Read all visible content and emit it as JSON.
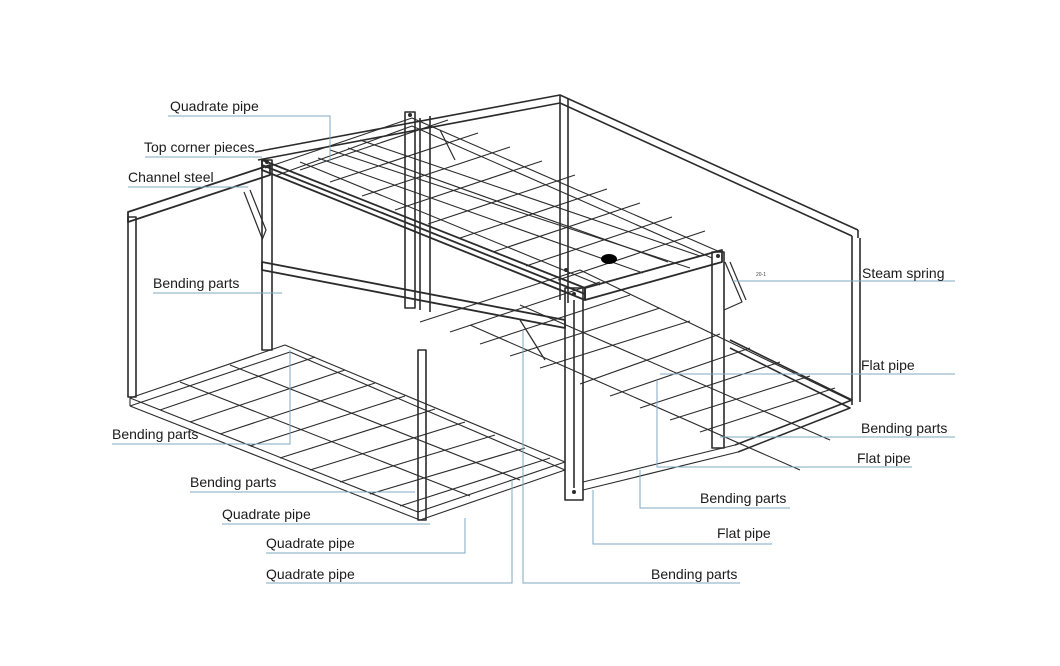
{
  "diagram": {
    "labels": {
      "quadrate_pipe_top": "Quadrate pipe",
      "top_corner_pieces": "Top corner pieces",
      "channel_steel": "Channel steel",
      "bending_parts_upper_left": "Bending parts",
      "steam_spring": "Steam spring",
      "flat_pipe_right_1": "Flat pipe",
      "bending_parts_left": "Bending parts",
      "bending_parts_right": "Bending parts",
      "flat_pipe_right_2": "Flat pipe",
      "bending_parts_lower_left": "Bending parts",
      "bending_parts_bottom_center": "Bending parts",
      "quadrate_pipe_bottom_1": "Quadrate pipe",
      "flat_pipe_bottom": "Flat pipe",
      "quadrate_pipe_bottom_2": "Quadrate pipe",
      "quadrate_pipe_bottom_3": "Quadrate pipe",
      "bending_parts_bottom": "Bending parts"
    },
    "small_marking": "20-1",
    "colors": {
      "line_art": "#2b2b2b",
      "leader_lines": "#7fa9c0",
      "text": "#1a1a1a",
      "background": "#ffffff"
    }
  }
}
